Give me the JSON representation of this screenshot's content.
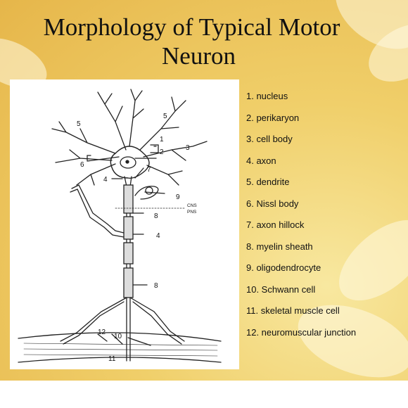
{
  "title": {
    "line1": "Morphology of Typical Motor",
    "line2": "Neuron"
  },
  "legend": [
    "1. nucleus",
    "2. perikaryon",
    "3. cell body",
    "4. axon",
    "5. dendrite",
    "6. Nissl body",
    "7. axon hillock",
    "8. myelin sheath",
    "9. oligodendrocyte",
    "10. Schwann cell",
    "11. skeletal muscle cell",
    "12. neuromuscular junction"
  ],
  "figure_labels": {
    "n1": "1",
    "n2": "2",
    "n3": "3",
    "n4a": "4",
    "n4b": "4",
    "n5a": "5",
    "n5b": "5",
    "n6": "6",
    "n7": "7",
    "n8a": "8",
    "n8b": "8",
    "n9": "9",
    "n10": "10",
    "n11": "11",
    "n12": "12",
    "cns": "CNS",
    "pns": "PNS"
  },
  "colors": {
    "background": "#f0cf6a",
    "figure_bg": "#ffffff",
    "ink": "#111111"
  }
}
